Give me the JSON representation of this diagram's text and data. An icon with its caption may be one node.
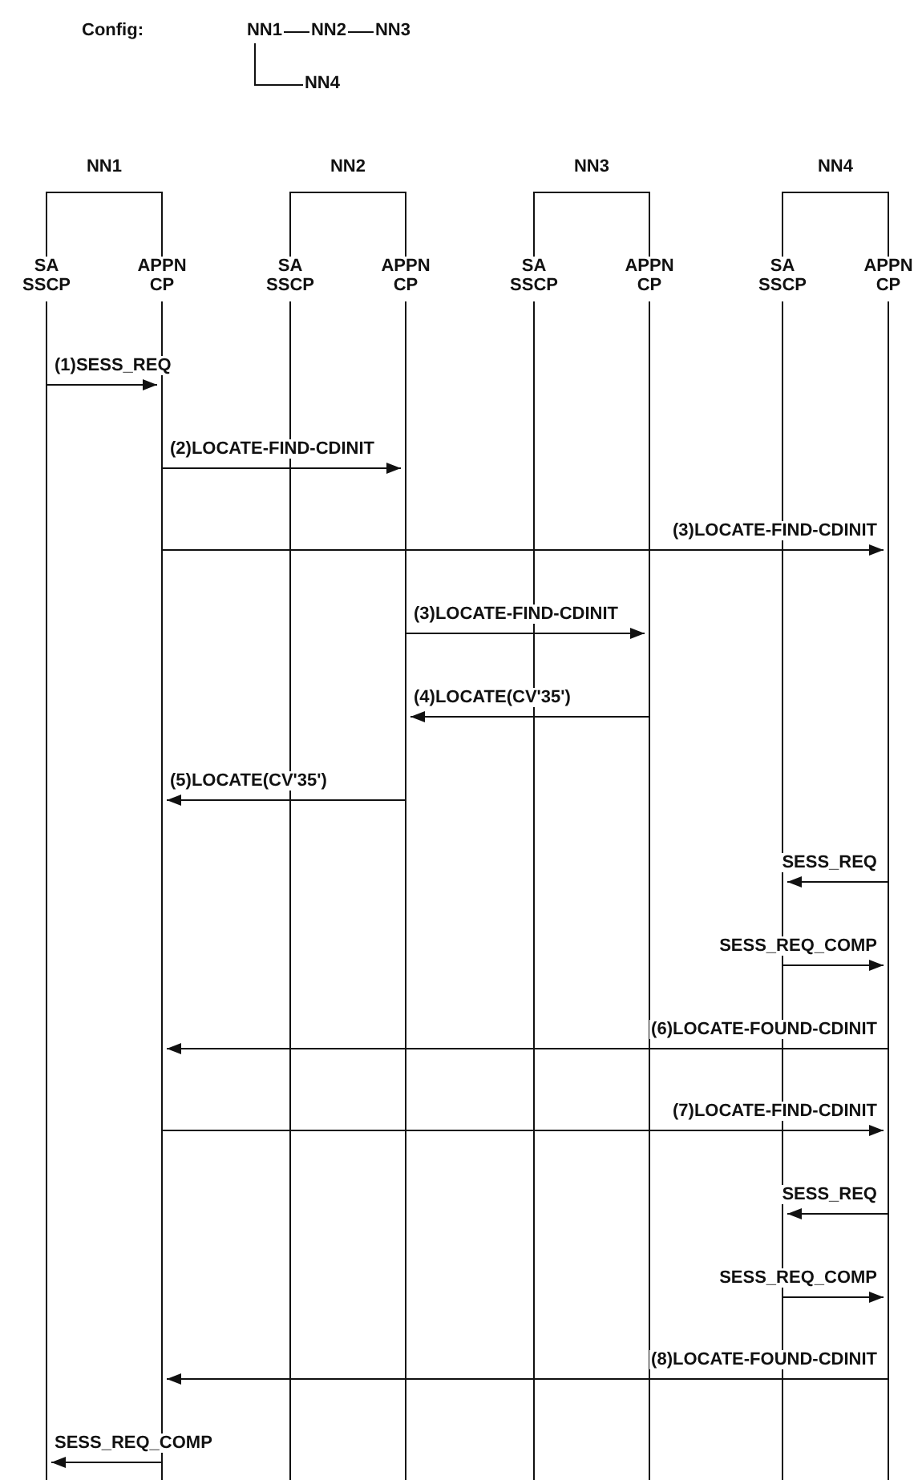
{
  "diagram": {
    "nodes": [
      {
        "text": [
          "NN1"
        ]
      },
      {
        "text": [
          "NN2"
        ]
      },
      {
        "text": [
          "NN3"
        ]
      },
      {
        "text": [
          "NN4"
        ]
      },
      {
        "text": [
          "NN1"
        ]
      },
      {
        "text": [
          "SA SSCP"
        ]
      },
      {
        "text": [
          "APPN CP"
        ]
      },
      {
        "text": [
          "NN2"
        ]
      },
      {
        "text": [
          "SA SSCP"
        ]
      },
      {
        "text": [
          "APPN CP"
        ]
      },
      {
        "text": [
          "NN3"
        ]
      },
      {
        "text": [
          "SA SSCP"
        ]
      },
      {
        "text": [
          "APPN CP"
        ]
      },
      {
        "text": [
          "NN4"
        ]
      },
      {
        "text": [
          "SA SSCP"
        ]
      },
      {
        "text": [
          "APPN CP"
        ]
      }
    ],
    "edges": [
      {
        "from": 0,
        "to": 1,
        "arrow": "none"
      },
      {
        "from": 1,
        "to": 2,
        "arrow": "none"
      },
      {
        "from": 0,
        "to": 3,
        "arrow": "none"
      },
      {
        "from": 4,
        "to": 5,
        "arrow": "none"
      },
      {
        "from": 4,
        "to": 6,
        "arrow": "none"
      },
      {
        "from": 7,
        "to": 8,
        "arrow": "none"
      },
      {
        "from": 7,
        "to": 9,
        "arrow": "none"
      },
      {
        "from": 10,
        "to": 11,
        "arrow": "none"
      },
      {
        "from": 10,
        "to": 12,
        "arrow": "none"
      },
      {
        "from": 13,
        "to": 14,
        "arrow": "none"
      },
      {
        "from": 13,
        "to": 15,
        "arrow": "none"
      },
      {
        "from": 5,
        "to": 6,
        "arrow": "to",
        "label": "(1)SESS_REQ"
      },
      {
        "from": 6,
        "to": 9,
        "arrow": "to",
        "label": "(2)LOCATE-FIND-CDINIT"
      },
      {
        "from": 6,
        "to": 15,
        "arrow": "to",
        "label": "(3)LOCATE-FIND-CDINIT"
      },
      {
        "from": 9,
        "to": 12,
        "arrow": "to",
        "label": "(3)LOCATE-FIND-CDINIT"
      },
      {
        "from": 12,
        "to": 9,
        "arrow": "to",
        "label": "(4)LOCATE(CV'35')"
      },
      {
        "from": 9,
        "to": 6,
        "arrow": "to",
        "label": "(5)LOCATE(CV'35')"
      },
      {
        "from": 15,
        "to": 14,
        "arrow": "to",
        "label": "SESS_REQ"
      },
      {
        "from": 14,
        "to": 15,
        "arrow": "to",
        "label": "SESS_REQ_COMP"
      },
      {
        "from": 15,
        "to": 6,
        "arrow": "to",
        "label": "(6)LOCATE-FOUND-CDINIT"
      },
      {
        "from": 6,
        "to": 15,
        "arrow": "to",
        "label": "(7)LOCATE-FIND-CDINIT"
      },
      {
        "from": 15,
        "to": 14,
        "arrow": "to",
        "label": "SESS_REQ"
      },
      {
        "from": 14,
        "to": 15,
        "arrow": "to",
        "label": "SESS_REQ_COMP"
      },
      {
        "from": 15,
        "to": 6,
        "arrow": "to",
        "label": "(8)LOCATE-FOUND-CDINIT"
      },
      {
        "from": 6,
        "to": 5,
        "arrow": "to",
        "label": "SESS_REQ_COMP"
      }
    ],
    "labels": [
      "Config:"
    ]
  }
}
